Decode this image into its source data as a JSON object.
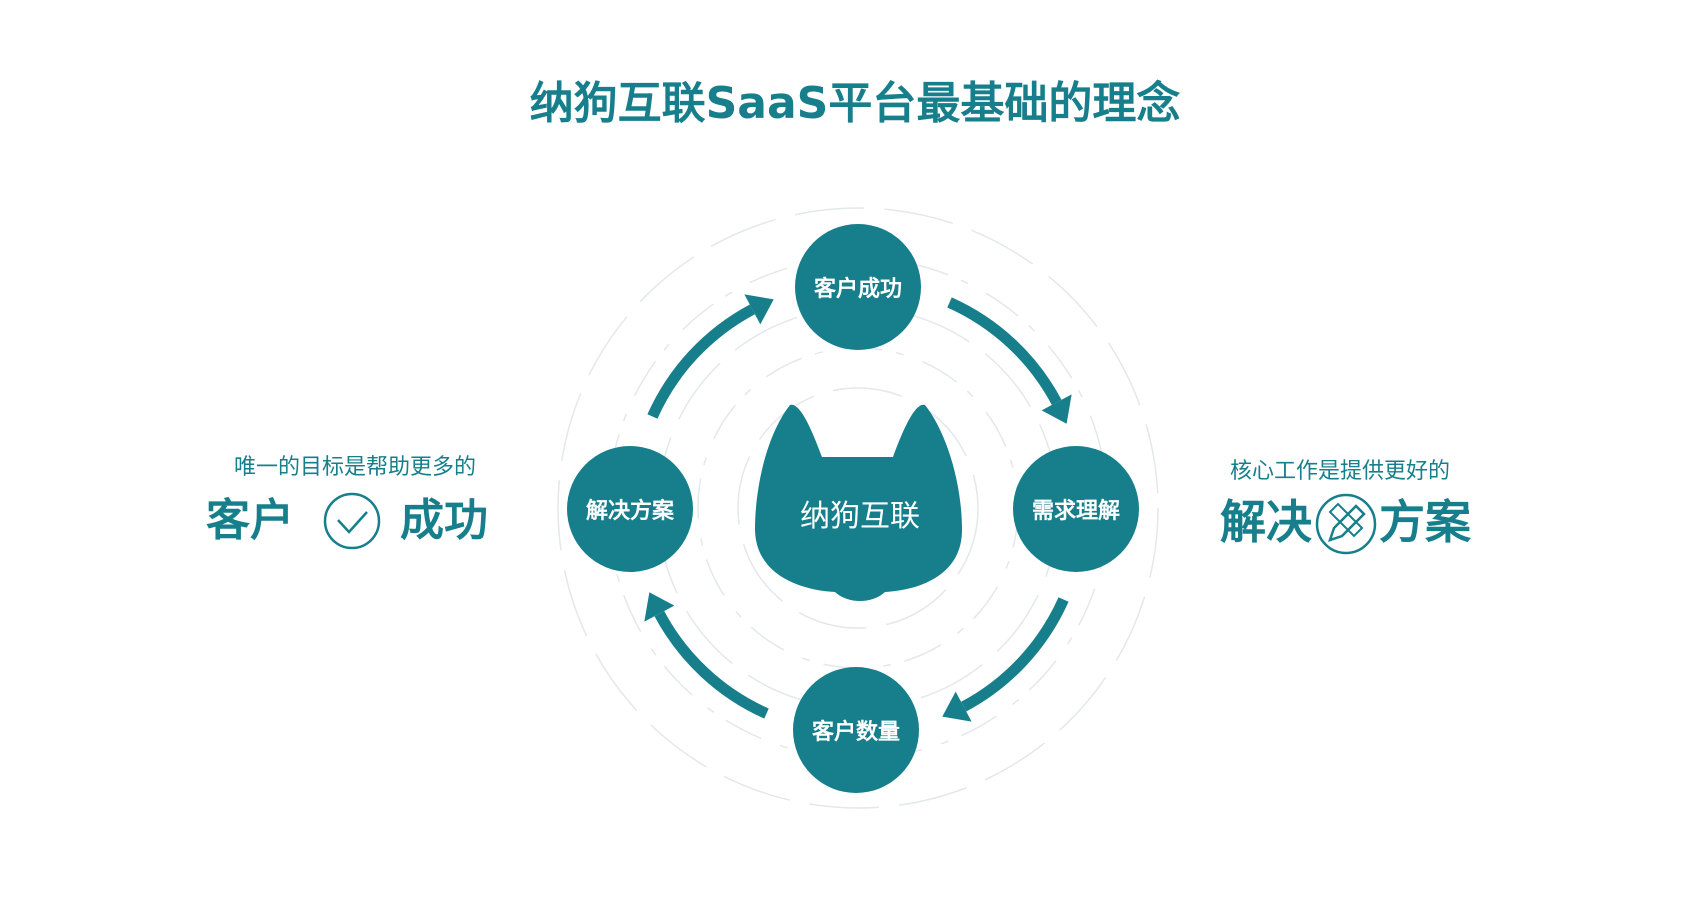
{
  "title": "纳狗互联SaaS平台最基础的理念",
  "center": {
    "label": "纳狗互联"
  },
  "nodes": [
    {
      "label": "客户成功"
    },
    {
      "label": "需求理解"
    },
    {
      "label": "客户数量"
    },
    {
      "label": "解决方案"
    }
  ],
  "left_text": {
    "subtitle": "唯一的目标是帮助更多的",
    "word1": "客户",
    "word2": "成功"
  },
  "right_text": {
    "subtitle": "核心工作是提供更好的",
    "word1": "解决",
    "word2": "方案"
  },
  "colors": {
    "accent": "#177f8c"
  }
}
